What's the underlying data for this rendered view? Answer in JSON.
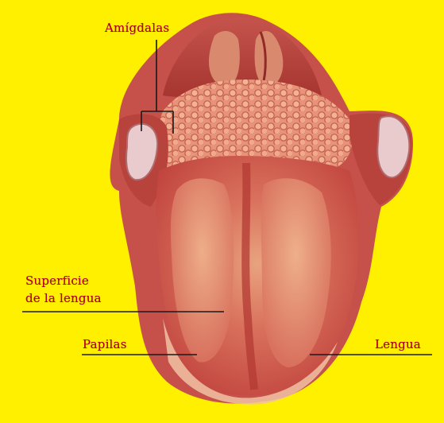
{
  "background_color": "#fff000",
  "labels": {
    "amigdalas": "Amígdalas",
    "superficie_line1": "Superficie",
    "superficie_line2": "de la lengua",
    "papilas": "Papilas",
    "lengua": "Lengua"
  },
  "colors": {
    "label_text": "#b3001f",
    "leader_line": "#1a1a1a",
    "tongue": "#d2584e",
    "tongue_highlight": "#e8a07e",
    "tissue_dark": "#b33a33",
    "tonsil": "#e9c9cc"
  }
}
